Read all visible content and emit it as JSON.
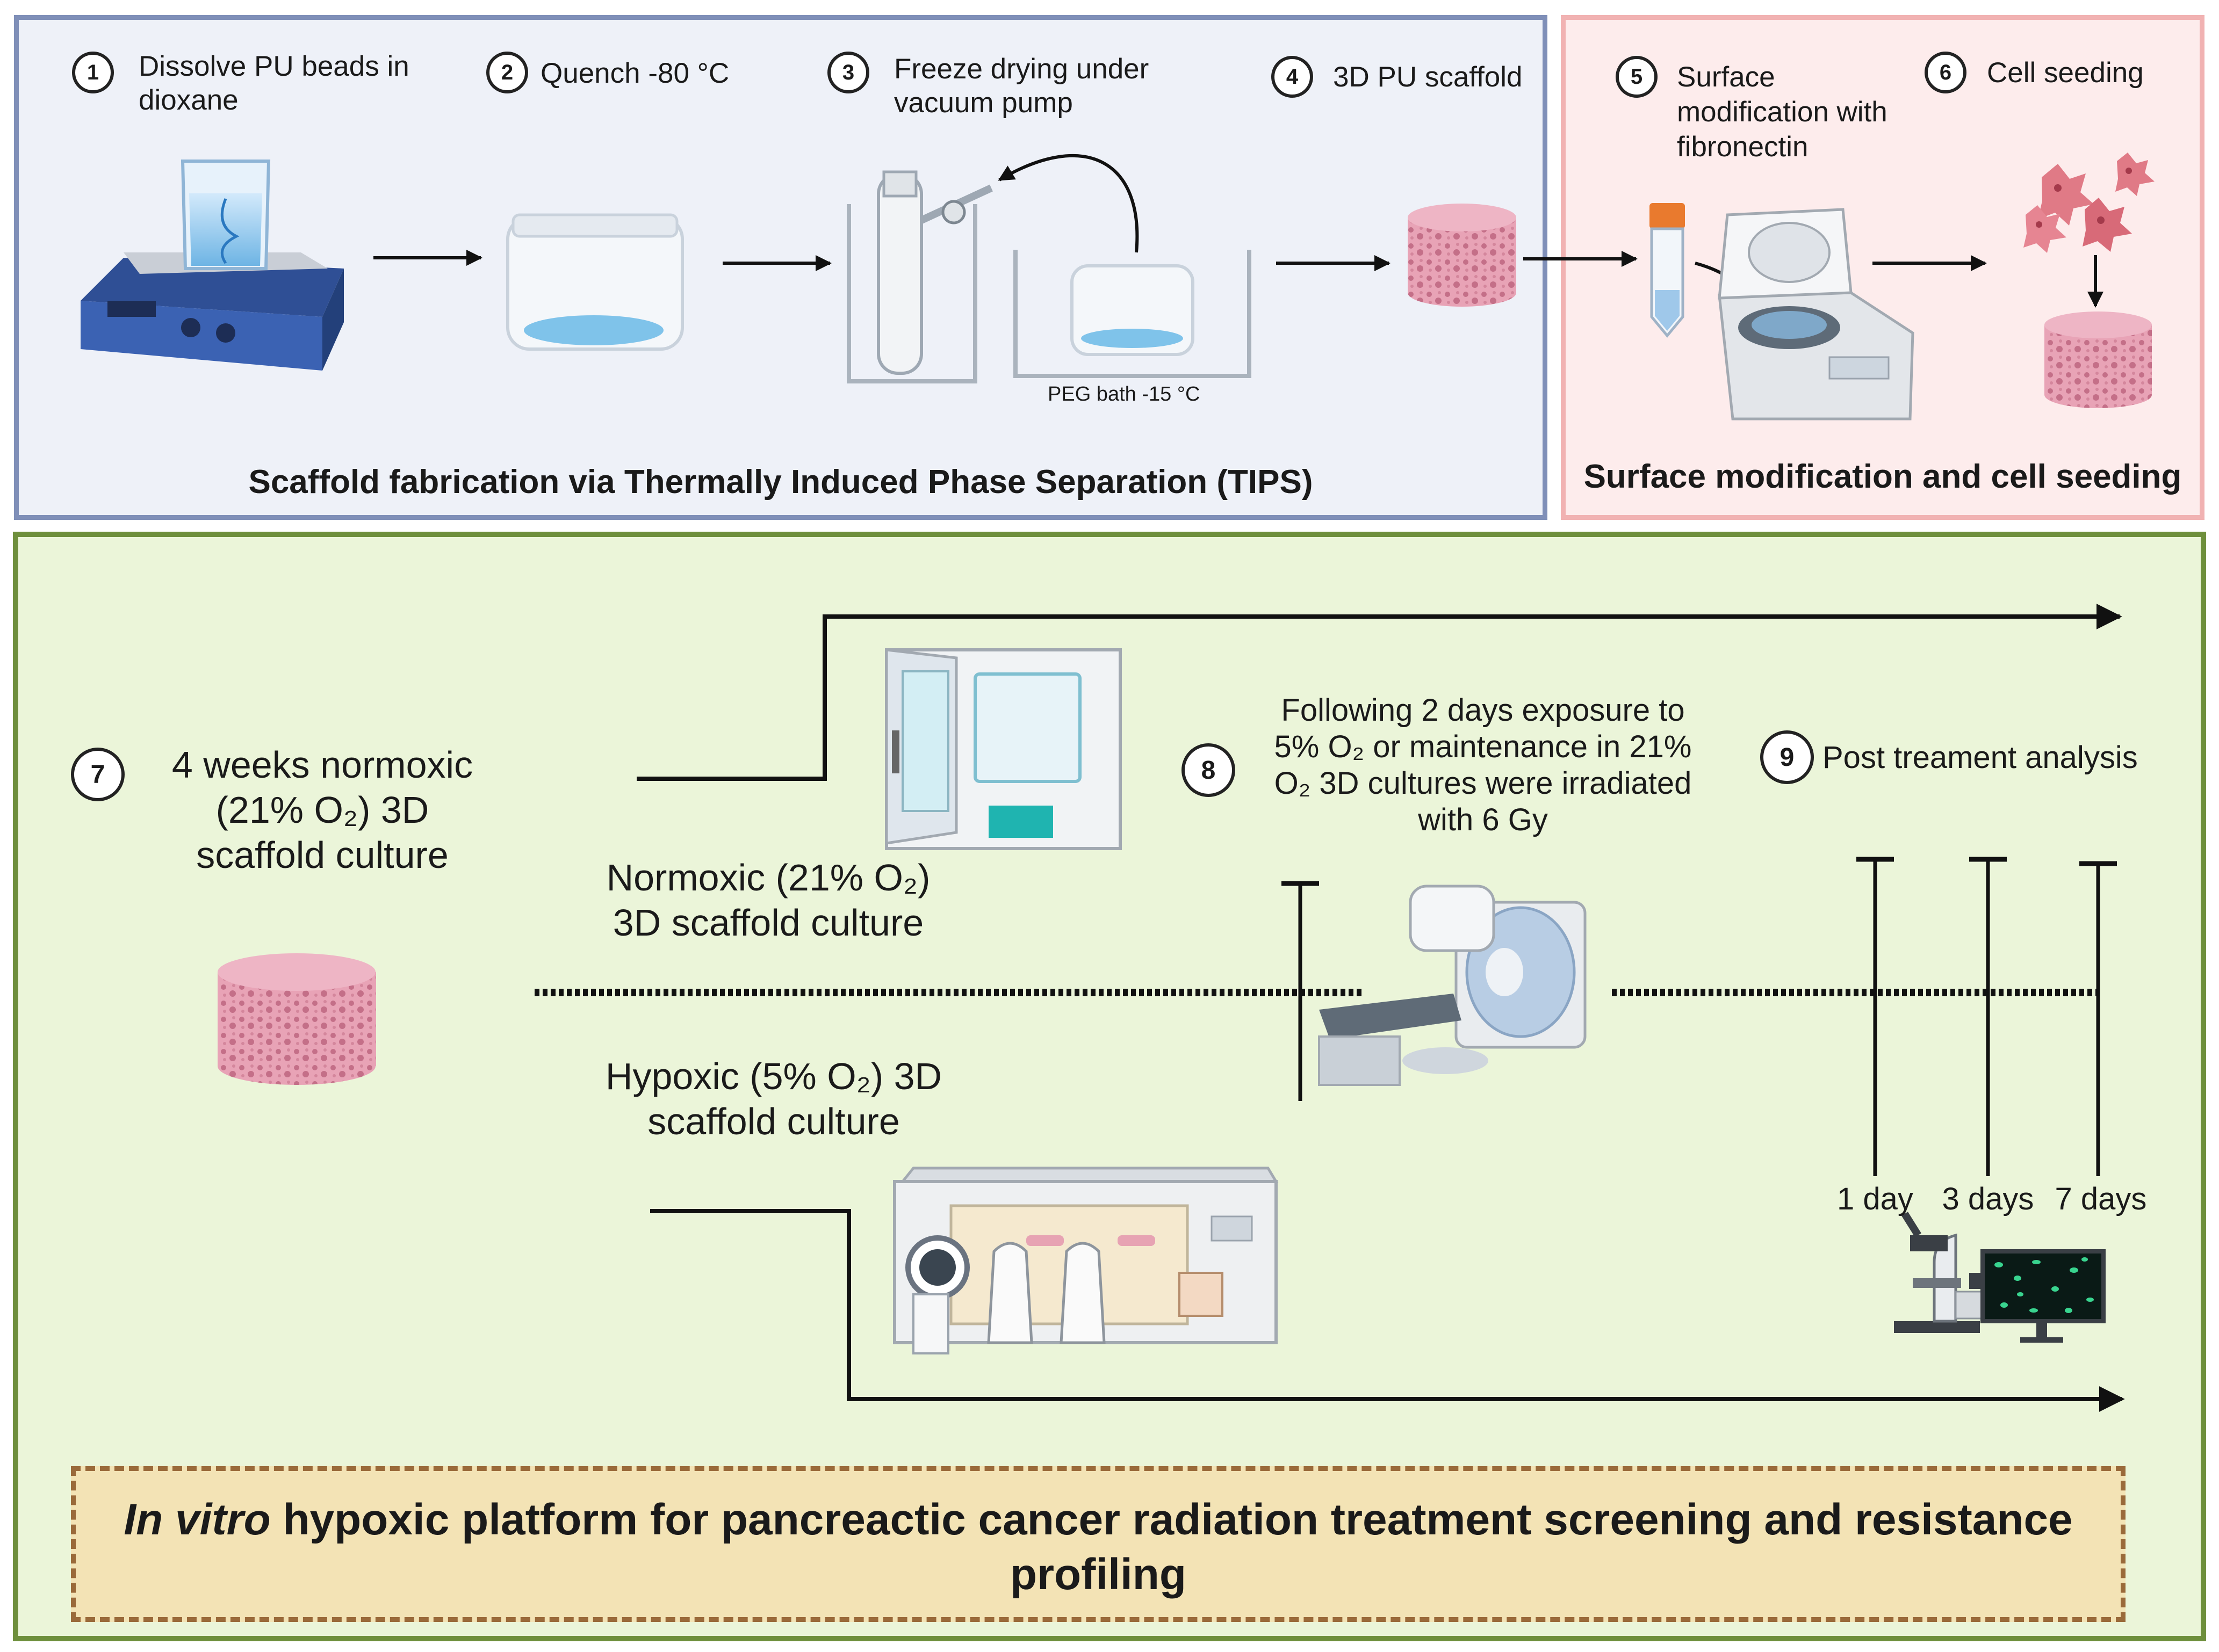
{
  "panels": {
    "tips": {
      "title": "Scaffold fabrication via Thermally Induced Phase Separation (TIPS)",
      "steps": [
        {
          "num": "1",
          "label_line1": "Dissolve PU beads in",
          "label_line2": "dioxane"
        },
        {
          "num": "2",
          "label_line1": "Quench -80 °C"
        },
        {
          "num": "3",
          "label_line1": "Freeze drying under",
          "label_line2": "vacuum pump"
        },
        {
          "num": "4",
          "label_line1": "3D PU scaffold"
        }
      ],
      "peg_bath": "PEG bath -15 °C"
    },
    "surface": {
      "title": "Surface modification and cell seeding",
      "steps": [
        {
          "num": "5",
          "label_line1": "Surface",
          "label_line2": "modification with",
          "label_line3": "fibronectin"
        },
        {
          "num": "6",
          "label_line1": "Cell seeding"
        }
      ]
    },
    "platform": {
      "step7": {
        "num": "7",
        "line1": "4 weeks normoxic",
        "line2": "(21% O₂) 3D",
        "line3": "scaffold culture"
      },
      "normoxic": {
        "line1": "Normoxic (21% O₂)",
        "line2": "3D scaffold culture"
      },
      "hypoxic": {
        "line1": "Hypoxic (5% O₂) 3D",
        "line2": "scaffold culture"
      },
      "step8": {
        "num": "8",
        "line1": "Following 2 days exposure to",
        "line2": "5% O₂ or maintenance in 21%",
        "line3": "O₂ 3D cultures were irradiated",
        "line4": "with 6 Gy"
      },
      "step9": {
        "num": "9",
        "label": "Post treament analysis"
      },
      "timepoints": [
        "1 day",
        "3 days",
        "7 days"
      ],
      "banner": {
        "italic": "In vitro",
        "rest": " hypoxic platform for pancreactic cancer radiation treatment screening and resistance profiling"
      }
    }
  },
  "colors": {
    "tips_border": "#7f8fb8",
    "surface_border": "#f1b2b2",
    "platform_border": "#6e8f3c",
    "banner_fill": "#f3e3b5",
    "scaffold_pink": "#e8a3b6",
    "incubator_teal": "#1fb4b0"
  },
  "icons": [
    "hotplate-stirrer-icon",
    "beaker-icon",
    "glass-jar-icon",
    "freeze-dryer-flask-icon",
    "peg-bath-jar-icon",
    "scaffold-cylinder-icon",
    "falcon-tube-icon",
    "centrifuge-icon",
    "cells-icon",
    "incubator-icon",
    "linear-accelerator-icon",
    "hypoxia-glovebox-icon",
    "microscope-icon",
    "monitor-icon"
  ]
}
